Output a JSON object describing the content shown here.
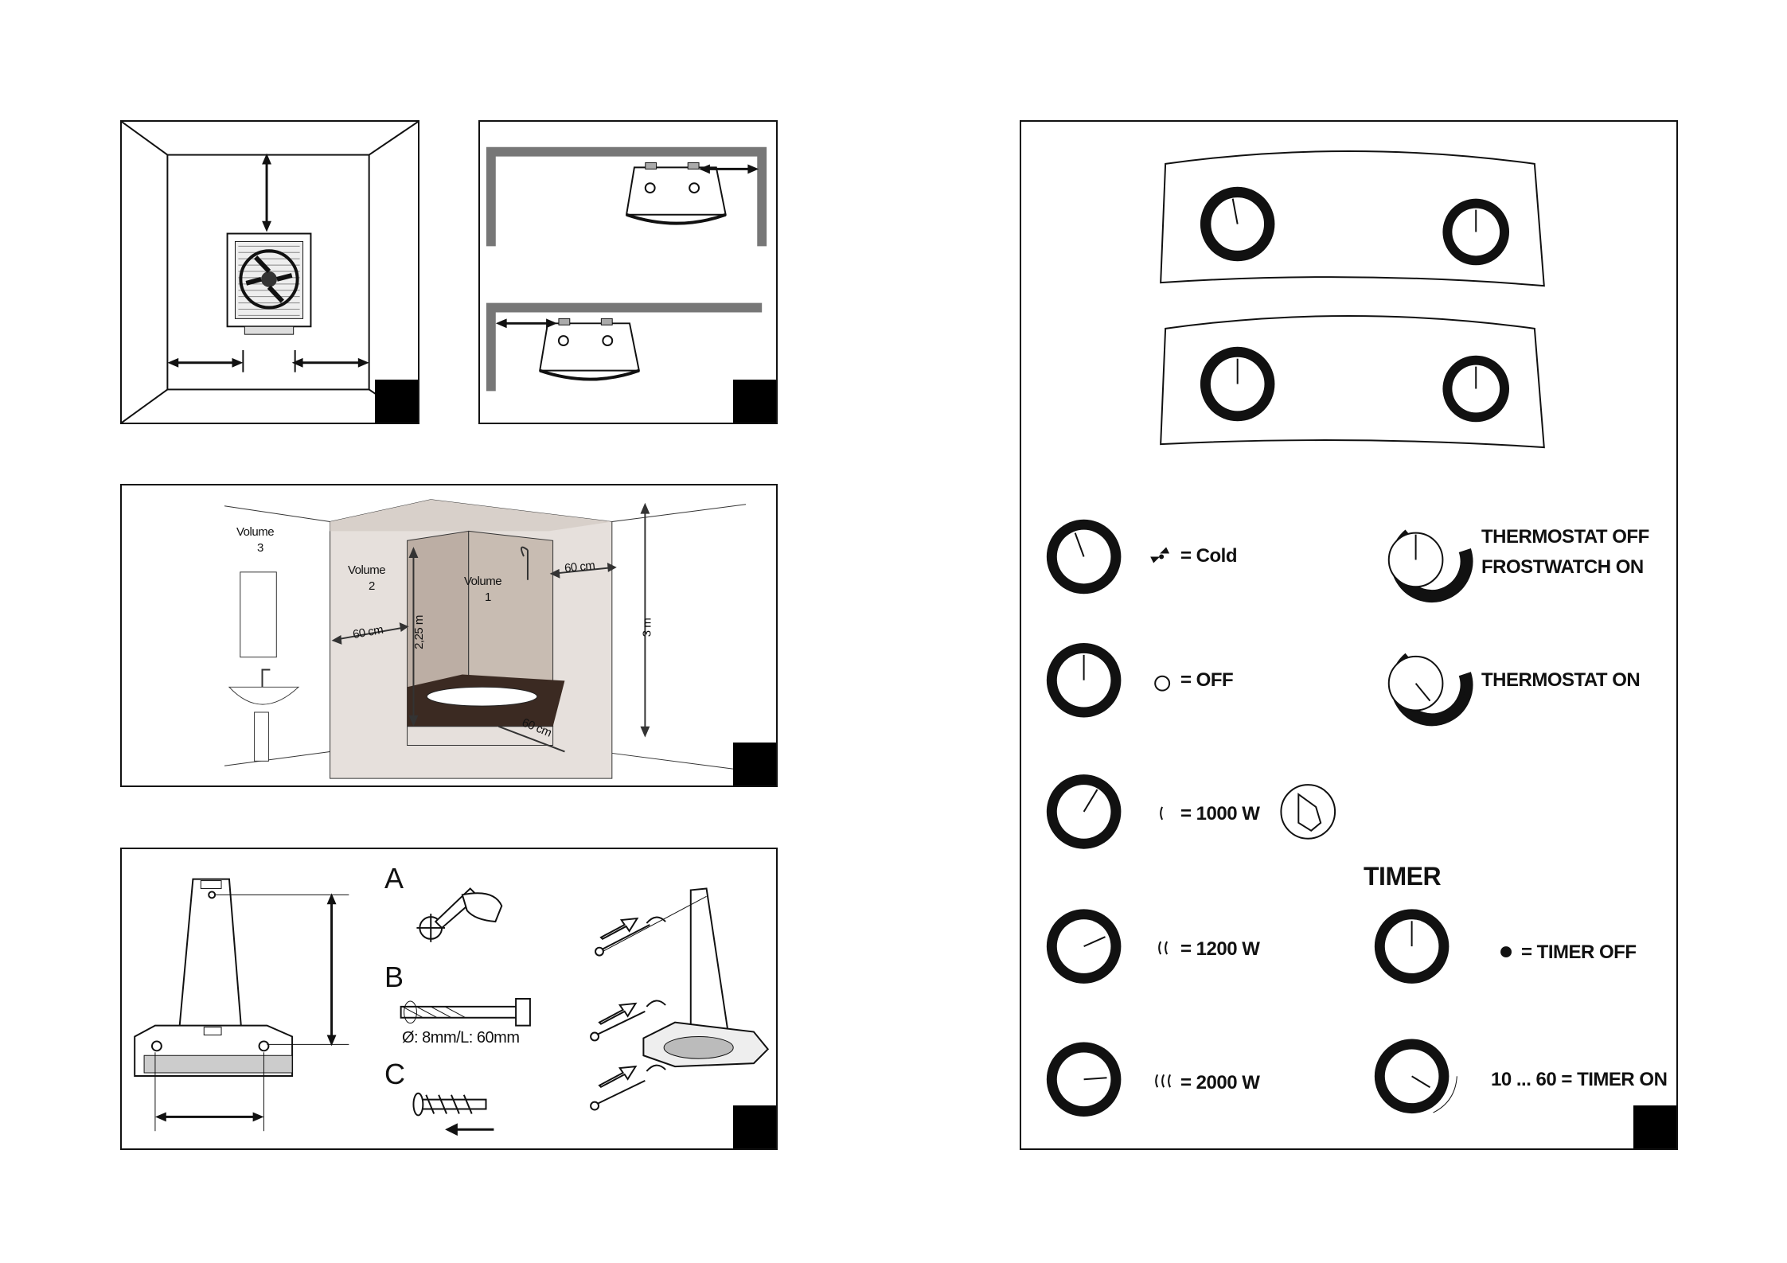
{
  "bathroom": {
    "volume3_label": "Volume",
    "volume3_num": "3",
    "volume2_label": "Volume",
    "volume2_num": "2",
    "volume1_label": "Volume",
    "volume1_num": "1",
    "dim_60cm_top": "60 cm",
    "dim_60cm_left": "60 cm",
    "dim_60cm_bottom": "60 cm",
    "dim_225m": "2,25 m",
    "dim_3m": "3 m"
  },
  "mounting": {
    "step_a": "A",
    "step_b": "B",
    "step_c": "C",
    "drill_spec": "Ø: 8mm/L: 60mm"
  },
  "controls": {
    "cold": "= Cold",
    "off": "= OFF",
    "w1000": "= 1000 W",
    "w1200": "= 1200 W",
    "w2000": "= 2000 W",
    "thermostat_off": "THERMOSTAT OFF",
    "frostwatch_on": "FROSTWATCH ON",
    "thermostat_on": "THERMOSTAT ON",
    "timer_heading": "TIMER",
    "timer_off": "= TIMER OFF",
    "timer_on": "10 ... 60 = TIMER ON"
  }
}
